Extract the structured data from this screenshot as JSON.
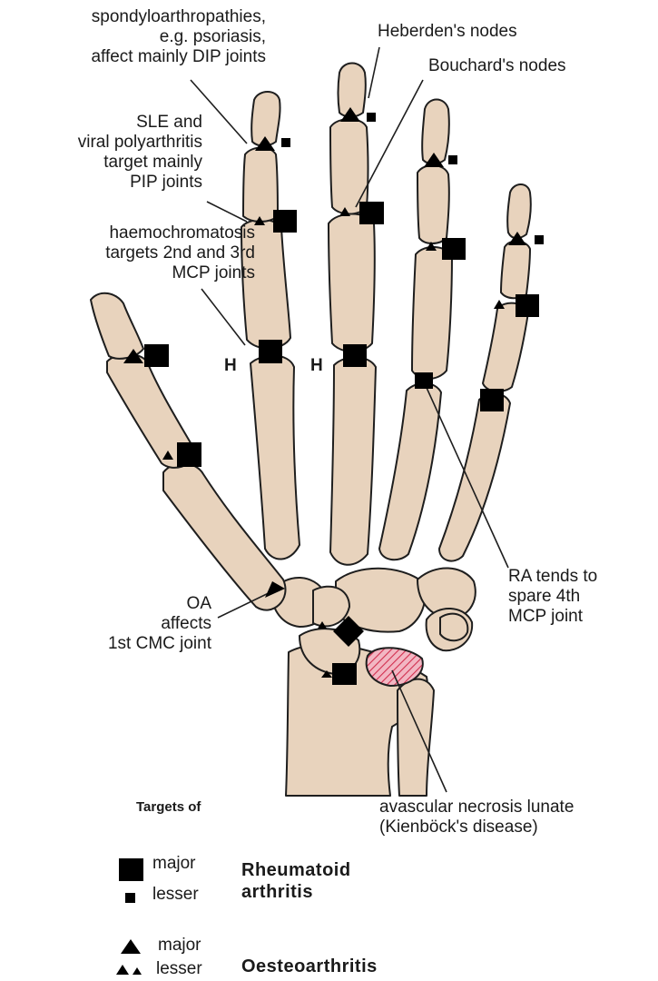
{
  "annotations": {
    "spondylo": [
      "spondyloarthropathies,",
      "e.g. psoriasis,",
      "affect mainly DIP joints"
    ],
    "heberden": "Heberden's nodes",
    "bouchard": "Bouchard's nodes",
    "sle": [
      "SLE and",
      "viral polyarthritis",
      "target mainly",
      "PIP joints"
    ],
    "haemo": [
      "haemochromatosis",
      "targets 2nd and 3rd",
      "MCP joints"
    ],
    "ra_spare": [
      "RA tends to",
      "spare 4th",
      "MCP joint"
    ],
    "oa": [
      "OA",
      "affects",
      "1st CMC joint"
    ],
    "avascular": [
      "avascular necrosis lunate",
      "(Kienböck's disease)"
    ],
    "h_mark": "H"
  },
  "legend": {
    "title": "Targets of",
    "ra_major": "major",
    "ra_lesser": "lesser",
    "ra_name": [
      "Rheumatoid",
      "arthritis"
    ],
    "oa_major": "major",
    "oa_lesser": "lesser",
    "oa_name": "Oesteoarthritis"
  },
  "colors": {
    "bone_fill": "#e8d3bd",
    "bone_stroke": "#1e1e1e",
    "lunate_fill": "#e0607a",
    "marker": "#000000"
  }
}
